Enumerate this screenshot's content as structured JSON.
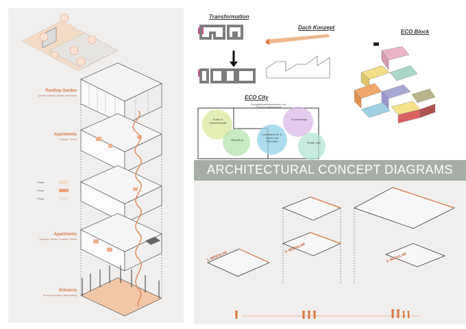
{
  "left_panel": {
    "labels": [
      {
        "title": "Rooftop Garden",
        "sub": "private rooftops / garden community"
      },
      {
        "title": "Apartments",
        "sub": "Concept + terms"
      },
      {
        "title": "Apartments",
        "sub": "Concept + terms / Concept + terms"
      },
      {
        "title": "Entrance",
        "sub": "lift core and ramp / bike sharing"
      }
    ],
    "legend": [
      "Public",
      "Privat",
      "Privat"
    ]
  },
  "transformation": {
    "title": "Transformation"
  },
  "dach_konzept": {
    "title": "Dach Konzept"
  },
  "eco_block": {
    "title": "ECO Block"
  },
  "eco_city": {
    "title": "ECO City",
    "subtitle": "Energieeffizienzmaßnahmen und Gemeinschaftsangebote",
    "circles": [
      "Kultur & Gemeinschaft",
      "Recycling",
      "Ladestation für E-Autos und Fahrräder",
      "Foodsharing",
      "Repair café"
    ]
  },
  "banner": {
    "title": "ARCHITECTURAL CONCEPT DIAGRAMS"
  },
  "modular": [
    "1. MODULAR",
    "2. MODULAR",
    "3. MODULAR"
  ],
  "colors": {
    "orange": "#d9773f",
    "banner": "#a7aea8",
    "panel": "#f0efee"
  }
}
